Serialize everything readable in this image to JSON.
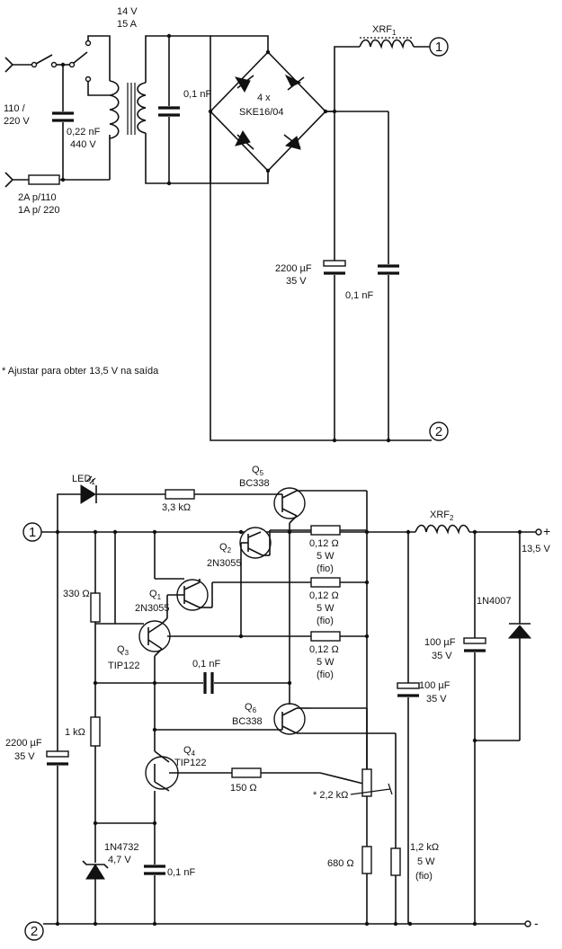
{
  "top": {
    "mains_voltage": "110 /",
    "mains_voltage_2": "220 V",
    "filter_cap": "0,22 nF",
    "filter_cap_voltage": "440 V",
    "fuse_110": "2A p/110",
    "fuse_220": "1A p/ 220",
    "transformer_voltage": "14 V",
    "transformer_current": "15 A",
    "secondary_cap": "0,1 nF",
    "bridge_count": "4 x",
    "bridge_part": "SKE16/04",
    "choke_label": "XRF",
    "choke_sub": "1",
    "main_cap": "2200 µF",
    "main_cap_voltage": "35 V",
    "bypass_cap": "0,1 nF",
    "connector_1": "1",
    "connector_2": "2",
    "note": "* Ajustar para obter 13,5 V na saída"
  },
  "bottom": {
    "connector_1": "1",
    "connector_2": "2",
    "led_label": "LED",
    "led_sub": "1",
    "led_resistor": "3,3 kΩ",
    "q5_name": "Q",
    "q5_sub": "5",
    "q5_part": "BC338",
    "q2_name": "Q",
    "q2_sub": "2",
    "q2_part": "2N3055",
    "q1_name": "Q",
    "q1_sub": "1",
    "q1_part": "2N3055",
    "q3_name": "Q",
    "q3_sub": "3",
    "q3_part": "TIP122",
    "q6_name": "Q",
    "q6_sub": "6",
    "q6_part": "BC338",
    "q4_name": "Q",
    "q4_sub": "4",
    "q4_part": "TIP122",
    "r_bias": "330 Ω",
    "r_divider": "1 kΩ",
    "r_emitter_1": "0,12 Ω",
    "r_emitter_2": "0,12 Ω",
    "r_emitter_3": "0,12 Ω",
    "r_power": "5 W",
    "r_type": "(fio)",
    "cap_miller": "0,1 nF",
    "cap_input": "2200 µF",
    "cap_input_voltage": "35 V",
    "zener_part": "1N4732",
    "zener_voltage": "4,7 V",
    "cap_zener": "0,1 nF",
    "r_base_q4": "150 Ω",
    "trimmer": "* 2,2 kΩ",
    "r_lower": "680 Ω",
    "r_load": "1,2 kΩ",
    "r_load_power": "5 W",
    "r_load_type": "(fio)",
    "cap_mid": "100 µF",
    "cap_mid_voltage": "35 V",
    "choke_label": "XRF",
    "choke_sub": "2",
    "cap_out": "100 µF",
    "cap_out_voltage": "35 V",
    "diode_part": "1N4007",
    "out_plus": "+",
    "out_minus": "-",
    "out_voltage": "13,5 V"
  }
}
